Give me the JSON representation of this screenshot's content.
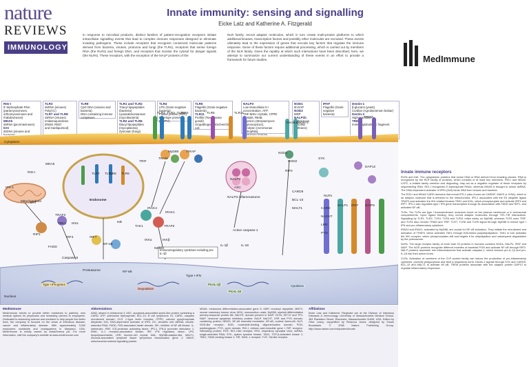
{
  "header": {
    "brand_nature": "nature",
    "brand_reviews": "REVIEWS",
    "brand_section": "IMMUNOLOGY",
    "title": "Innate immunity: sensing and signalling",
    "authors": "Eicke Latz and Katherine A. Fitzgerald",
    "intro_left": "In response to microbial products, distinct families of pattern-recognition receptors initiate intracellular signalling events that lead to complex immune responses designed to eliminate invading pathogens. These include receptors that recognize conserved molecular patterns derived from bacteria, viruses, protozoa and fungi (the TLRs), receptors that sense foreign RNA (the RLRs) and foreign DNA, and receptors that monitor the cytosol for danger signals (the NLRs). These receptors, with the exception of the NALP proteins of the",
    "intro_right": "NLR family, recruit adaptor molecules, which in turn create multi-protein platforms to which additional kinases, transcription factors and possibly other molecules are recruited. These events ultimately lead to the expression of genes that encode key factors that regulate the immune response. Some of these factors require additional processing, which is carried out by members of the NLR family. Given the rapidity at which such interactions have been described, here, we attempt to summarize our current understanding of these events in an effort to provide a framework for future studies.",
    "sponsor": "MedImmune"
  },
  "ligand_boxes": [
    {
      "head": "RIG-I",
      "lines": [
        "5'-triphosphate RNA",
        "(paramyxoviruses,",
        "orthomyxoviruses and",
        "rhabdoviruses)"
      ],
      "head2": "MDA5",
      "lines2": [
        "dsRNA (picornaviruses)"
      ],
      "head3": "DAI",
      "lines3": [
        "dsDNA (viruses and bacteria)"
      ]
    },
    {
      "head": "TLR3",
      "lines": [
        "dsRNA (viruses)",
        "Poly(I:C)"
      ],
      "head2": "TLR7 and TLR8",
      "lines2": [
        "ssRNA (viruses)",
        "Imidazoquinolines (R848, R837",
        "and Gardiquimod)"
      ],
      "head3": "",
      "lines3": []
    },
    {
      "head": "TLR9",
      "lines": [
        "CpG DNA (viruses and bacteria)",
        "DNA-containing immune complexes"
      ],
      "head2": "",
      "lines2": [],
      "head3": "",
      "lines3": []
    },
    {
      "head": "TLR1 and TLR2",
      "lines": [
        "Triacyl lipopeptides (bacteria)",
        "Lipoarabinomannan (mycobacteria)"
      ],
      "head2": "TLR2 and TLR6",
      "lines2": [
        "Diacyl lipopeptides (mycoplasma)",
        "Zymosan (fungi)"
      ],
      "head3": "",
      "lines3": []
    },
    {
      "head": "TLR4",
      "lines": [
        "LPS (Gram-negative bacteria)",
        "Fusion protein (RSV)",
        "Envelope proteins (MMTV)"
      ],
      "head2": "",
      "lines2": [],
      "head3": "",
      "lines3": []
    },
    {
      "head": "TLR5",
      "lines": [
        "Flagellin (Gram-negative bacteria)"
      ],
      "head2": "TLR11",
      "lines2": [
        "Profilin (Toxoplasma gondii)",
        "Uropathogenic Escherichia coli"
      ],
      "head3": "",
      "lines3": []
    },
    {
      "head": "NALP3",
      "lines": [
        "Low intracellular K+ concentration, ATP,",
        "TNF-MSU crystals, CPPD crystals, R848,",
        "Nigericin (Streptomyces hygroscopicus),",
        "Aerolysin (Aeromonas hydrophila),",
        "Maitotoxin (marine dinoflagellates)",
        "Gramicidin (Bacillus brevis),",
        "Alpha toxin (Staphylococcus aureus)"
      ],
      "head2": "",
      "lines2": [],
      "head3": "",
      "lines3": []
    },
    {
      "head": "NOD1",
      "lines": [
        "iE-DAP"
      ],
      "head2": "NOD2",
      "lines2": [
        "MDP"
      ],
      "head3": "NALP1b",
      "lines3": [
        "Lethal toxin (Bacillus anthracis)"
      ]
    },
    {
      "head": "IPAF",
      "lines": [
        "Flagellin (Gram-negative bacteria)"
      ],
      "head2": "",
      "lines2": [],
      "head3": "",
      "lines3": []
    },
    {
      "head": "Dectin-1",
      "lines": [
        "β-glucans (yeast)",
        "Curdlan (Agrobacterium biobar)"
      ],
      "head2": "Dectin-2",
      "lines2": [
        "High-mannose"
      ],
      "head3": "TREM",
      "lines3": [
        "Immunoglobulin Fc fragment"
      ]
    }
  ],
  "diagram": {
    "cytoplasm": "Cytoplasm",
    "nucleus": "Nucleus",
    "endosome": "Endosome",
    "inflammasome": "NALP3 inflammasome",
    "caspase1": "Active caspase-1",
    "cytokine_note": "Immunoregulatory cytokines including pro-IL-1β",
    "labels": [
      "TLR3",
      "TLR7",
      "TLR8",
      "TLR9",
      "TLR1, TLR2, TLR6",
      "TLR4",
      "TLR5",
      "TLR11",
      "RIG-I",
      "MDA5",
      "DAI",
      "TRIF",
      "TRAM",
      "MyD88",
      "TIRAP",
      "IRAK4",
      "IRAK1",
      "TRAF6",
      "TRAF3",
      "TBK1",
      "IKKε",
      "IRF3",
      "IRF7",
      "NF-κB",
      "IκB",
      "TAK1",
      "IKKα",
      "IKKβ",
      "NEMO",
      "RIP1",
      "FADD",
      "Caspase-8",
      "IPS-1",
      "Mitochondrion",
      "NOD1",
      "NOD2",
      "RIP2",
      "CARD9",
      "BCL-10",
      "MALT1",
      "SYK",
      "Dectin-1",
      "Dectin-2",
      "TREM",
      "DAP12",
      "ASC",
      "NALP3",
      "IL-1β",
      "IL-18",
      "Type I IFN",
      "NLRs",
      "CARD",
      "NACHT",
      "LRR",
      "PYD",
      "NALP1",
      "IPAF",
      "NAIP5",
      "NF-κB",
      "Proteasome"
    ],
    "tags": [
      "Degradation",
      "Pro-IL-1β",
      "Pro-IL-18",
      "Type I IFN genes",
      "Cytokines"
    ]
  },
  "sidebar": {
    "title": "Innate immune receptors",
    "paragraphs": [
      "RLRs and DAI. The cytoplasmic proteins that sense DNA or RNA derived from invading viruses. RNA is recognized by the RLR family of proteins, which consists of at least two members, RIG-I and MDA5. LGP2, a related family member and degrading, may act as a negative regulator of these receptors by sequestering RNA. RIG-I recognizes 5'-triphosphate RNAs, whereas MDA5 is thought to sense dsRNA. The DNA-dependent activator of IRFs (DAI) binds DNA from viruses and bacteria.",
      "The RIG-I and MDA5 CARD domains that recruit IPS-1 (also known as CARDIF, MAVS or VISA), which is an adaptor molecule that is tethered to the mitochondria. IPS-1 associates with the E3 ubiquitin ligase TRAF3 and activates the IKK-related kinases TBK1 and IKKε, which phosphorylate and activate IRF3 and IRF7. IPS-1 also regulates type I IFN gene transcription through its association with FADD and RIP1, and activates NF-κB.",
      "TLRs. The TLRs are type I transmembrane receptors found on the plasma membrane or in endosomal compartments. Upon ligand binding, they recruit adaptor molecules through TIR–TIR interactions. Signalling by TLR1, TLR2, TLR4, TLR5 and TLR11 relies solely on MyD88, whereas TLR3 uses TRIF, and TLR4 also recruits TRAM and TRIF. TLR7, TLR8 and TLR9 signal through MyD88 to induce type I IFN and pro-inflammatory cytokines.",
      "IRAK4 and IRAK1, activated by MyD88, are crucial for NF-κB activation. They initiate the recruitment and activation of TRAF6, which activates TAK1 through K63-linked polyubiquitylation. TAK1 in turn activates the IKK complex, which phosphorylates IκB and targets it for ubiquitylation and subsequent degradation by the proteasome.",
      "NLRs. The large receptor family of more than 20 proteins in humans contains NODs, NALPs, IPAF and NAIP. The NOD proteins recognize different moieties of bacterial PGN and activate NF-κB through RIP2. NALP proteins assemble into inflammasomes that activate caspase-1, which cleaves pro-IL-1β and pro-IL-18 into their active forms.",
      "CLRs. Activation of members of the CLR protein family can induce the production of pro-inflammatory cytokines, promote phagocytosis and elicit a respiratory burst. Dectin-1 signals through SYK and CARD9, BCL-10 and MALT1 to activate NF-κB. TREM proteins associate with the adaptor protein DAP12 to regulate inflammatory responses."
    ]
  },
  "footer": {
    "col1_head": "MedImmune",
    "col1": "MedImmune strives to provide better medicines to patients, new medical options for physicians and rewarding careers to employees. Dedicated to advancing science and medicine to help people live better lives, the company is focused on the areas of infectious disease, cancer and inflammatory disease. With approximately 3,000 employees worldwide and headquarters in Maryland, USA, MedImmune is wholly owned by AstraZeneca plc. For more information, visit the company's website at www.medimmune.com",
    "col2_head": "Abbreviations",
    "col2": "AIM2, absent in melanoma 2; ASC, apoptosis-associated speck-like protein containing a CARD; ATP, adenosine triphosphate; BCL-10, B cell lymphoma 10; CARD, caspase recruitment domain; CLR, C-type lectin receptor; CPPD, calcium pyrophosphate dihydrate; DAI, DNA-dependent activator of IRFs; DC, dendritic cell; dsRNA, double-stranded RNA; FADD, FAS-associated death domain; IKK, inhibitor of NF-κB kinase; IL, interleukin; IPAF, ICE-protease activating factor; IPS-1, IFN-β promoter stimulator 1; IRAK, IL-1 receptor-associated kinase; IRF, IFN regulatory factor; LPS, lipopolysaccharide; LRR, leucine-rich repeat; MAL, MyD88-adaptor-like; MALT1, mucosa-associated lymphoid tissue lymphoma translocation gene 1; MAVS, mitochondrial antiviral signalling protein.",
    "col3": "MDA5, melanoma differentiation-associated gene 5; MDP, muramyl dipeptide; MMTV, mouse mammary tumour virus; MSU, monosodium urate; MyD88, myeloid differentiation primary-response protein 88; NACHT, domain present in NAIP, CIITA, HET-E and TP1; NAIP, neuronal apoptosis inhibitory protein; NALP, NACHT, LRR and PYD domain-containing protein; NEMO, NF-κB essential modulator; NF-κB, nuclear factor-κB; NLR, NOD-like receptor; NOD, nucleotide-binding oligomerization domain; PGN, peptidoglycan; PYD, pyrin domain; RIG-I, retinoic acid-inducible gene I; RIP, receptor-interacting protein; RLR, RIG-I-like receptor; RSV, respiratory syncytial virus; ssRNA, single-stranded RNA; SYK, spleen tyrosine kinase; TAK1, TGF-β-activated kinase 1; TBK1, TANK-binding kinase 1; TIR, Toll/IL-1 receptor; TLR, Toll-like receptor.",
    "col4_head": "Affiliations",
    "col4": "Eicke Latz and Katherine Fitzgerald are at the Division of Infectious Diseases & Immunology, University of Massachusetts Medical School, 364 Plantation Street, Worcester, Massachusetts 01605, USA. Edited by Olive Leavy; copyedited by Rebecca Jones; designed by Susan Brookbank. © 2008 Nature Publishing Group. http://www.nature.com/nri/posters/innate"
  }
}
